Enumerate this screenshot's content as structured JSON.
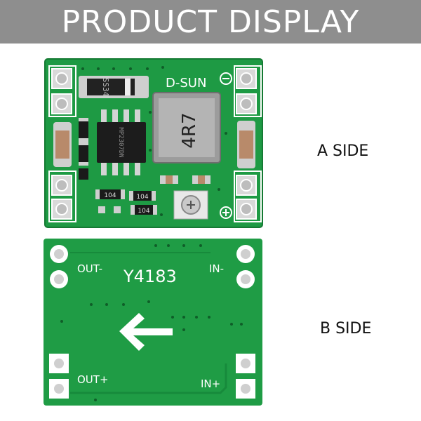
{
  "banner": {
    "title": "PRODUCT DISPLAY"
  },
  "side_labels": {
    "a": "A SIDE",
    "b": "B SIDE"
  },
  "board_a": {
    "brand": "D-SUN",
    "diode_marking": "SS34",
    "inductor_marking": "4R7",
    "ic_marking": "MP2307DN",
    "resistor_marking_1": "104",
    "resistor_marking_2": "104",
    "resistor_marking_3": "104"
  },
  "board_b": {
    "model": "Y4183",
    "out_minus": "OUT-",
    "in_minus": "IN-",
    "out_plus": "OUT+",
    "in_plus": "IN+"
  },
  "colors": {
    "pcb_green": "#1e9a44",
    "pcb_dark": "#157a33",
    "silkscreen": "#ffffff",
    "banner": "#8e8e8e"
  }
}
